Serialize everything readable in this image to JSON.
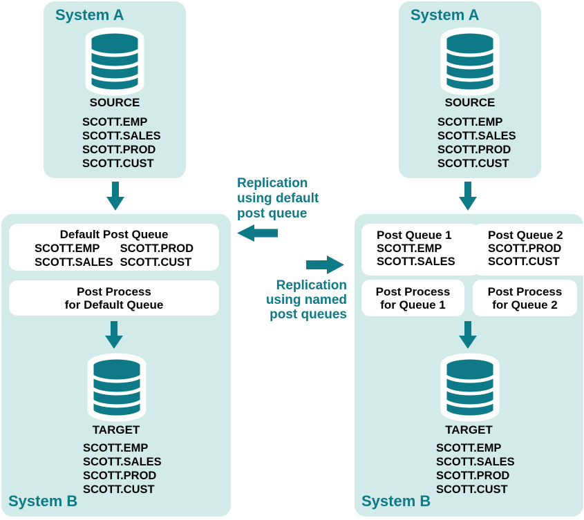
{
  "colors": {
    "teal": "#0e7987",
    "panel": "#d2eae8",
    "text": "#000000",
    "box": "#ffffff"
  },
  "default_side": {
    "system_a": {
      "title": "System A",
      "db_label": "SOURCE",
      "tables": [
        "SCOTT.EMP",
        "SCOTT.SALES",
        "SCOTT.PROD",
        "SCOTT.CUST"
      ]
    },
    "system_b": {
      "title": "System B",
      "queue_box": {
        "title": "Default Post Queue",
        "col1": [
          "SCOTT.EMP",
          "SCOTT.SALES"
        ],
        "col2": [
          "SCOTT.PROD",
          "SCOTT.CUST"
        ]
      },
      "process_box": {
        "lines": [
          "Post Process",
          "for Default Queue"
        ]
      },
      "db_label": "TARGET",
      "tables": [
        "SCOTT.EMP",
        "SCOTT.SALES",
        "SCOTT.PROD",
        "SCOTT.CUST"
      ]
    },
    "flow_label": {
      "lines": [
        "Replication",
        "using default",
        "post queue"
      ]
    }
  },
  "named_side": {
    "system_a": {
      "title": "System A",
      "db_label": "SOURCE",
      "tables": [
        "SCOTT.EMP",
        "SCOTT.SALES",
        "SCOTT.PROD",
        "SCOTT.CUST"
      ]
    },
    "system_b": {
      "title": "System B",
      "queue1_box": {
        "title": "Post Queue 1",
        "tables": [
          "SCOTT.EMP",
          "SCOTT.SALES"
        ]
      },
      "queue2_box": {
        "title": "Post Queue 2",
        "tables": [
          "SCOTT.PROD",
          "SCOTT.CUST"
        ]
      },
      "process1_box": {
        "lines": [
          "Post Process",
          "for Queue 1"
        ]
      },
      "process2_box": {
        "lines": [
          "Post Process",
          "for Queue 2"
        ]
      },
      "db_label": "TARGET",
      "tables": [
        "SCOTT.EMP",
        "SCOTT.SALES",
        "SCOTT.PROD",
        "SCOTT.CUST"
      ]
    },
    "flow_label": {
      "lines": [
        "Replication",
        "using named",
        "post queues"
      ]
    }
  }
}
